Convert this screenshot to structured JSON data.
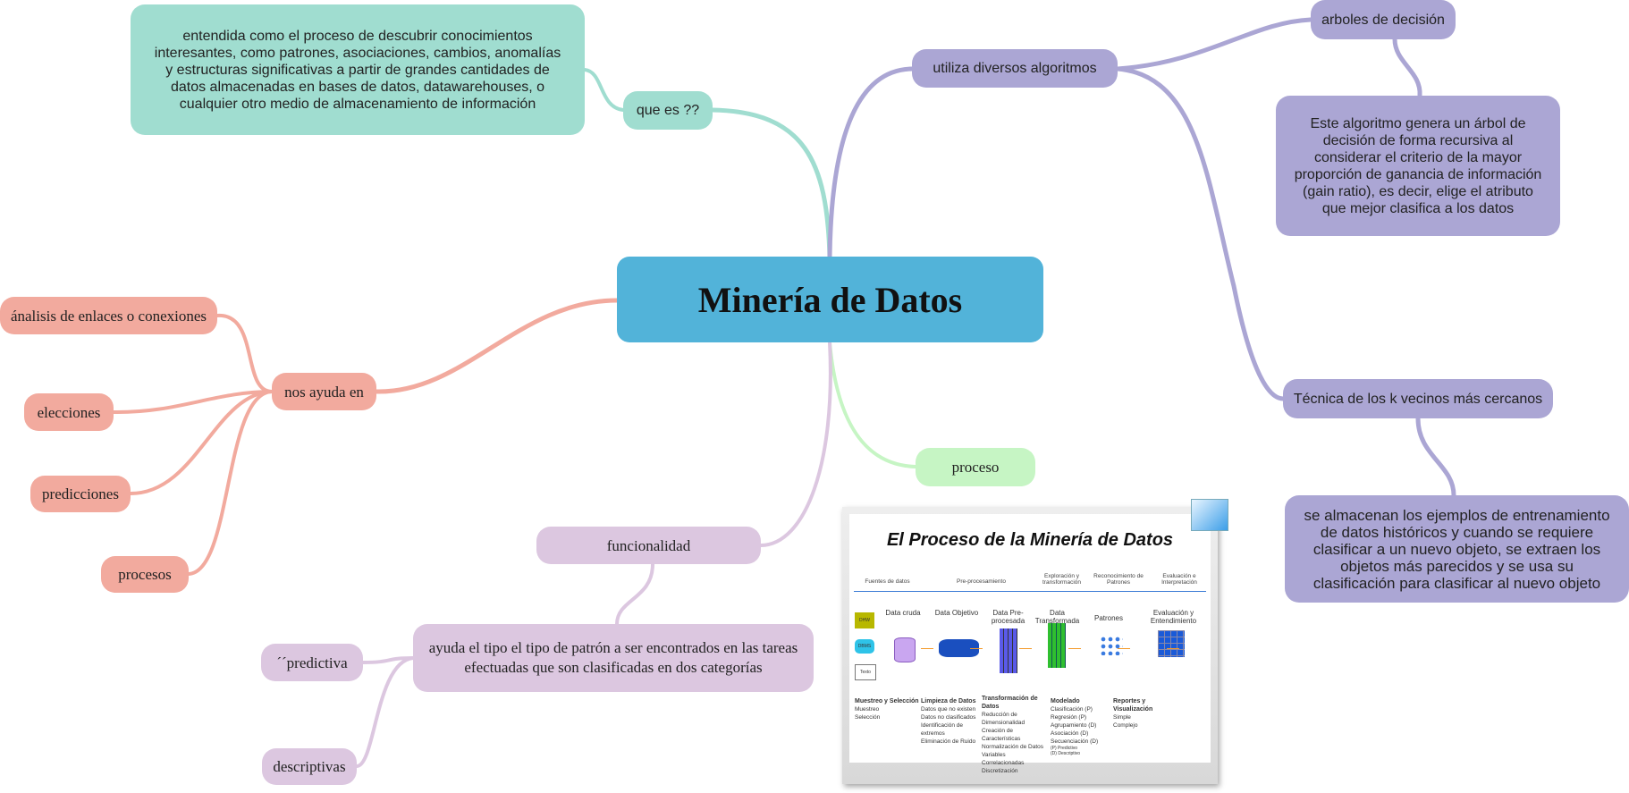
{
  "central": {
    "title": "Minería de Datos"
  },
  "que_es": {
    "label": "que es ??",
    "definition": "entendida como el proceso de descubrir conocimientos interesantes, como patrones, asociaciones, cambios, anomalías y estructuras significativas a partir de grandes cantidades de datos almacenadas en bases de datos, datawarehouses, o cualquier otro medio de almacenamiento de información"
  },
  "algoritmos": {
    "label": "utiliza diversos algoritmos",
    "arboles": {
      "label": "arboles de decisión",
      "desc": "Este algoritmo genera un árbol de decisión de forma recursiva al considerar el criterio de la mayor proporción de ganancia de información (gain ratio), es decir, elige el atributo que mejor clasifica a los datos"
    },
    "knn": {
      "label": "Técnica de los k vecinos más cercanos",
      "desc": "se almacenan los ejemplos de entrenamiento de datos históricos y cuando se requiere clasificar a un nuevo objeto, se extraen los objetos más parecidos y se usa su clasificación para clasificar al nuevo objeto"
    }
  },
  "proceso": {
    "label": "proceso"
  },
  "ayuda": {
    "label": "nos ayuda en",
    "items": [
      "ánalisis de enlaces o conexiones",
      "elecciones",
      "predicciones",
      "procesos"
    ]
  },
  "funcionalidad": {
    "label": "funcionalidad",
    "desc": "ayuda el tipo el tipo de patrón a ser encontrados en las tareas efectuadas que son clasificadas en dos categorías",
    "items": [
      "´´predictiva",
      "descriptivas"
    ]
  },
  "process_image": {
    "title": "El Proceso de la Minería de Datos",
    "phases": [
      "Fuentes de datos",
      "Pre-procesamiento",
      "Exploración y transformación",
      "Reconocimiento de Patrones",
      "Evaluación e Interpretación"
    ],
    "sources": [
      "DHW",
      "DBMS",
      "Texto"
    ],
    "stages": [
      "Data cruda",
      "Data Objetivo",
      "Data Pre-procesada",
      "Data Transformada",
      "Patrones",
      "Evaluación y Entendimiento"
    ],
    "columns": [
      {
        "title": "Muestreo y Selección",
        "items": [
          "Muestreo",
          "Selección"
        ]
      },
      {
        "title": "Limpieza de Datos",
        "items": [
          "Datos que no existen",
          "Datos no clasificados",
          "Identificación de extremos",
          "Eliminación de Ruido"
        ]
      },
      {
        "title": "Transformación de Datos",
        "items": [
          "Reducción de Dimensionalidad",
          "Creación de Características",
          "Normalización de Datos",
          "Variables Correlacionadas",
          "Discretización"
        ]
      },
      {
        "title": "Modelado",
        "items": [
          "Clasificación (P)",
          "Regresión (P)",
          "Agrupamiento (D)",
          "Asociación (D)",
          "Secuenciación (D)"
        ],
        "note1": "(P) Predictivo",
        "note2": "(D) Descriptivo"
      },
      {
        "title": "Reportes y Visualización",
        "items": [
          "Simple",
          "Complejo"
        ]
      }
    ]
  },
  "colors": {
    "central": "#52b3d9",
    "teal": "#a0ddd0",
    "purple": "#aba6d4",
    "salmon": "#f2aa9e",
    "lilac": "#dcc7e0",
    "green": "#c6f5c4"
  }
}
